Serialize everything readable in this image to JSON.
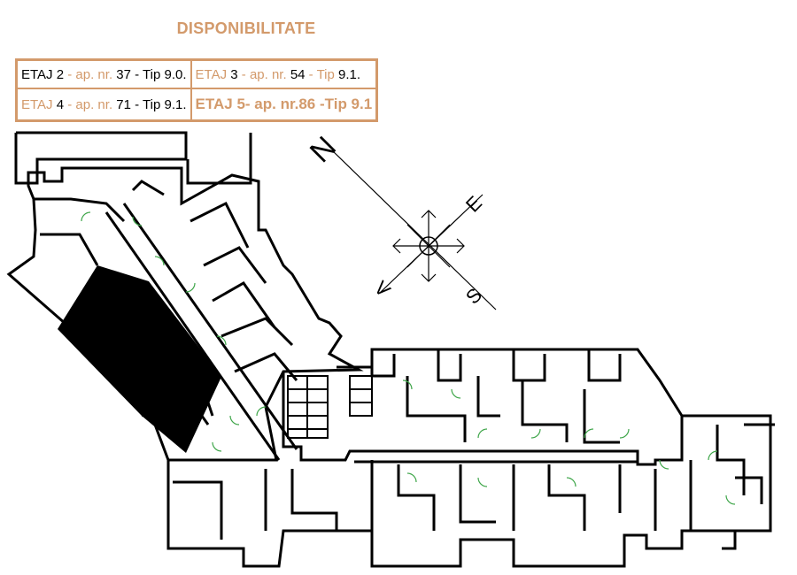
{
  "title": "DISPONIBILITATE",
  "rows": [
    [
      {
        "floor_label": "ETAJ",
        "floor_num": "2",
        "mid": " - ap. nr.",
        "ap": "37",
        "dash": "- Tip",
        "tip": "9.0.",
        "style": "dark"
      },
      {
        "floor_label": "ETAJ",
        "floor_num": "3",
        "mid": "  - ap. nr.",
        "ap": "54",
        "dash": "- Tip",
        "tip": "9.1.",
        "style": "light"
      }
    ],
    [
      {
        "floor_label": "ETAJ",
        "floor_num": "4",
        "mid": "  - ap. nr.",
        "ap": "71",
        "dash": "- Tip",
        "tip": "9.1.",
        "style": "light"
      },
      {
        "full": "ETAJ 5- ap. nr.86 -Tip 9.1",
        "style": "bold"
      }
    ]
  ],
  "compass": {
    "n": "N",
    "e": "E",
    "s": "S",
    "v": "V"
  },
  "colors": {
    "accent": "#d39a6b",
    "wall": "#000000",
    "door": "#3fa64a"
  }
}
